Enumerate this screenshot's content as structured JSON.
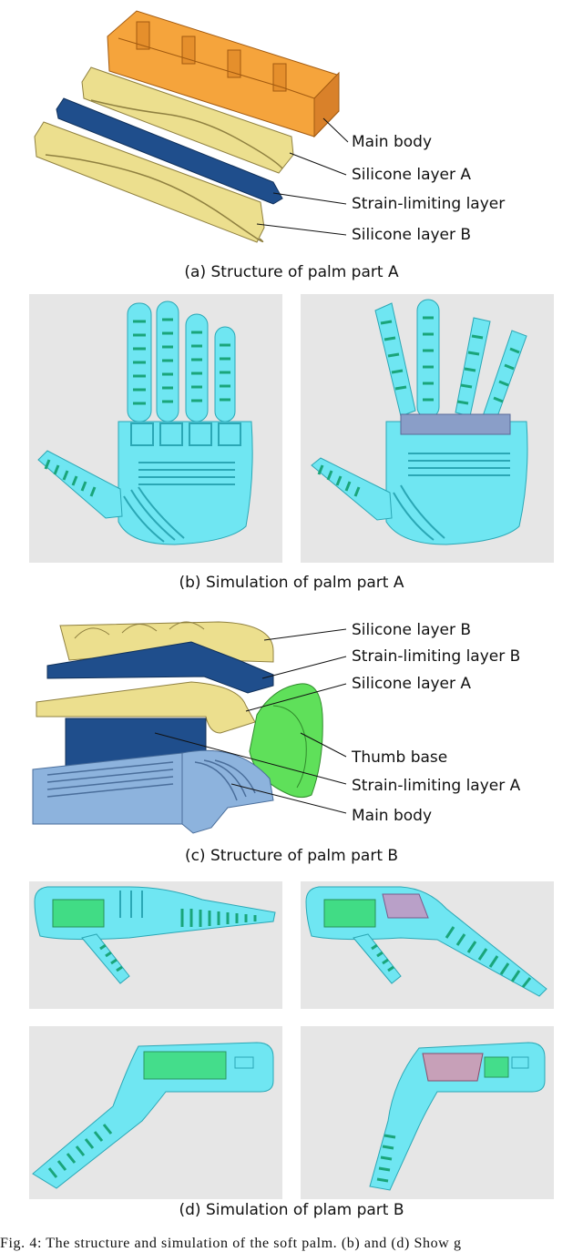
{
  "panel_a": {
    "labels": [
      "Main body",
      "Silicone layer A",
      "Strain-limiting layer",
      "Silicone layer B"
    ],
    "caption": "(a) Structure of palm part A"
  },
  "panel_b": {
    "caption": "(b) Simulation of palm part A"
  },
  "panel_c": {
    "labels": [
      "Silicone layer B",
      "Strain-limiting layer B",
      "Silicone layer A",
      "Thumb base",
      "Strain-limiting layer A",
      "Main body"
    ],
    "caption": "(c) Structure of palm part B"
  },
  "panel_d": {
    "caption": "(d) Simulation of plam part B"
  },
  "figure_caption": "Fig. 4: The structure and simulation of the soft palm. (b) and (d) Show g",
  "colors": {
    "orange": "#f5a43c",
    "yellow": "#ecdf8e",
    "blue_dark": "#1f4e8c",
    "blue_light": "#8db3dd",
    "cyan": "#6fe6f2",
    "green": "#3ddc7a",
    "green_thumb": "#5fe05a",
    "panel_bg": "#e6e6e6"
  }
}
